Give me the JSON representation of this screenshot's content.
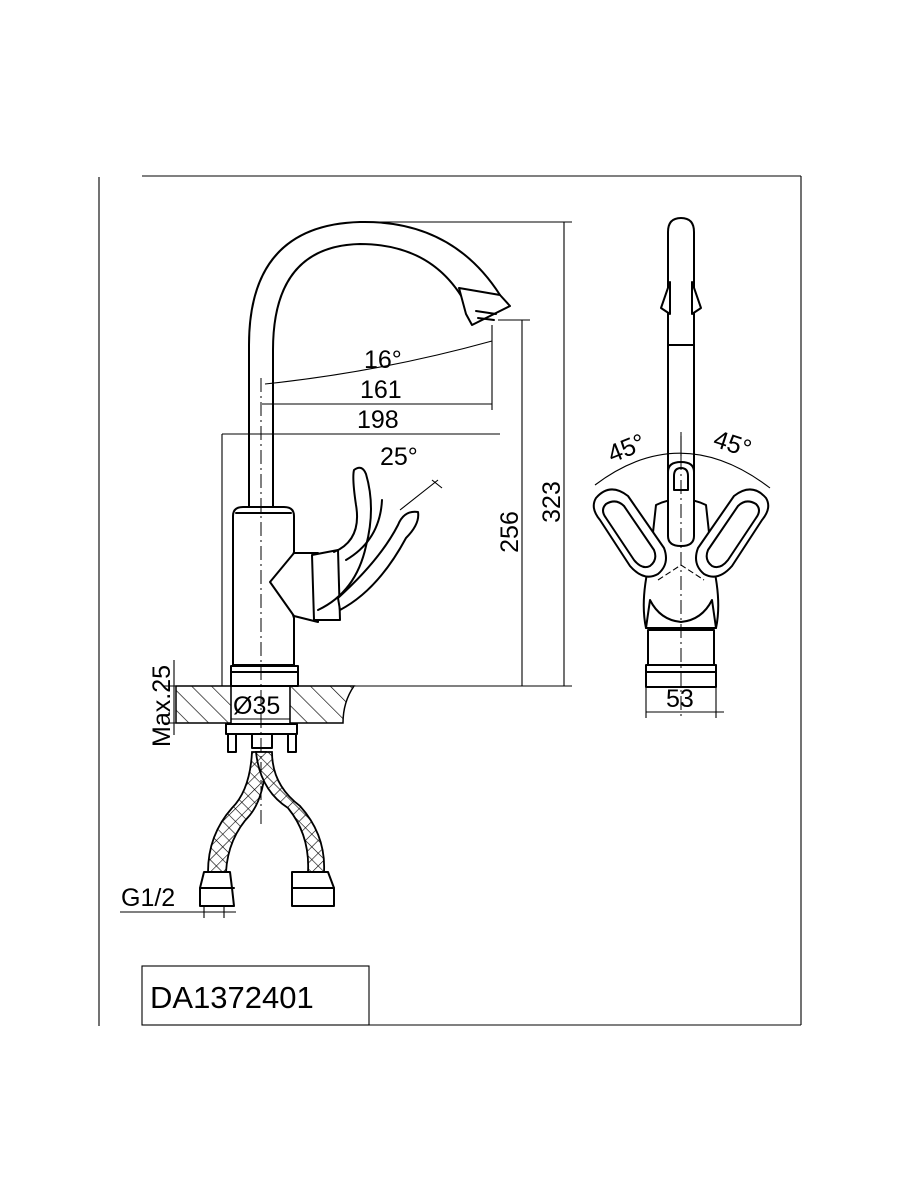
{
  "drawing": {
    "model_code": "DA1372401",
    "side_view": {
      "spout_angle": "16°",
      "spout_reach": "161",
      "overall_reach": "198",
      "handle_angle": "25°",
      "handle_height": "256",
      "overall_height": "323",
      "max_deck_thickness": "Max.25",
      "hole_diameter": "Ø35",
      "thread": "G1/2"
    },
    "front_view": {
      "handle_rotation_left": "45°",
      "handle_rotation_right": "45°",
      "base_width": "53"
    }
  }
}
